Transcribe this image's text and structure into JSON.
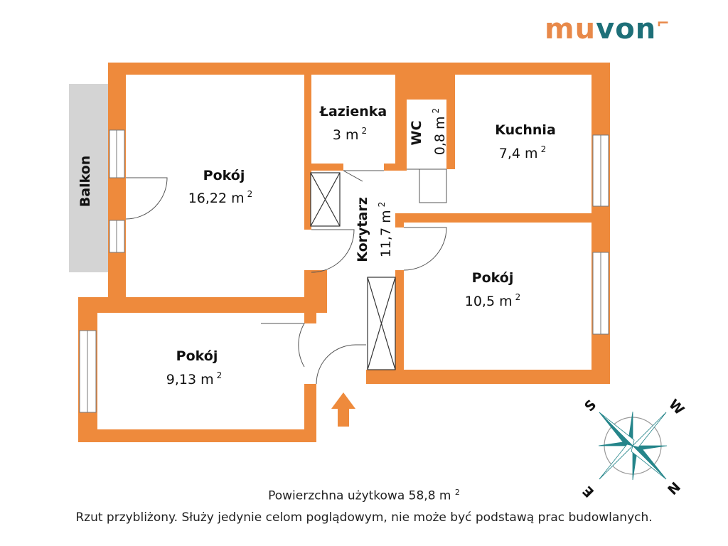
{
  "logo": {
    "part1": "mu",
    "part2": "von",
    "text": "muvon"
  },
  "colors": {
    "wall": "#EE8A3C",
    "logo_orange": "#E8894A",
    "logo_teal": "#1D6F78",
    "compass": "#25858A",
    "balcony": "#D4D4D4"
  },
  "rooms": [
    {
      "name": "Pokój",
      "area": "16,22 m",
      "sup": "2"
    },
    {
      "name": "Łazienka",
      "area": "3 m",
      "sup": "2"
    },
    {
      "name": "WC",
      "area": "0,8 m",
      "sup": "2"
    },
    {
      "name": "Kuchnia",
      "area": "7,4 m",
      "sup": "2"
    },
    {
      "name": "Korytarz",
      "area": "11,7 m",
      "sup": "2"
    },
    {
      "name": "Pokój",
      "area": "10,5 m",
      "sup": "2"
    },
    {
      "name": "Pokój",
      "area": "9,13 m",
      "sup": "2"
    }
  ],
  "balcony": "Balkon",
  "compass": {
    "s": "S",
    "w": "W",
    "e": "E",
    "n": "N"
  },
  "footer": {
    "area": "Powierzchna użytkowa 58,8 m",
    "area_sup": "2",
    "disclaimer": "Rzut przybliżony. Służy jedynie celom poglądowym, nie może być podstawą prac budowlanych."
  }
}
